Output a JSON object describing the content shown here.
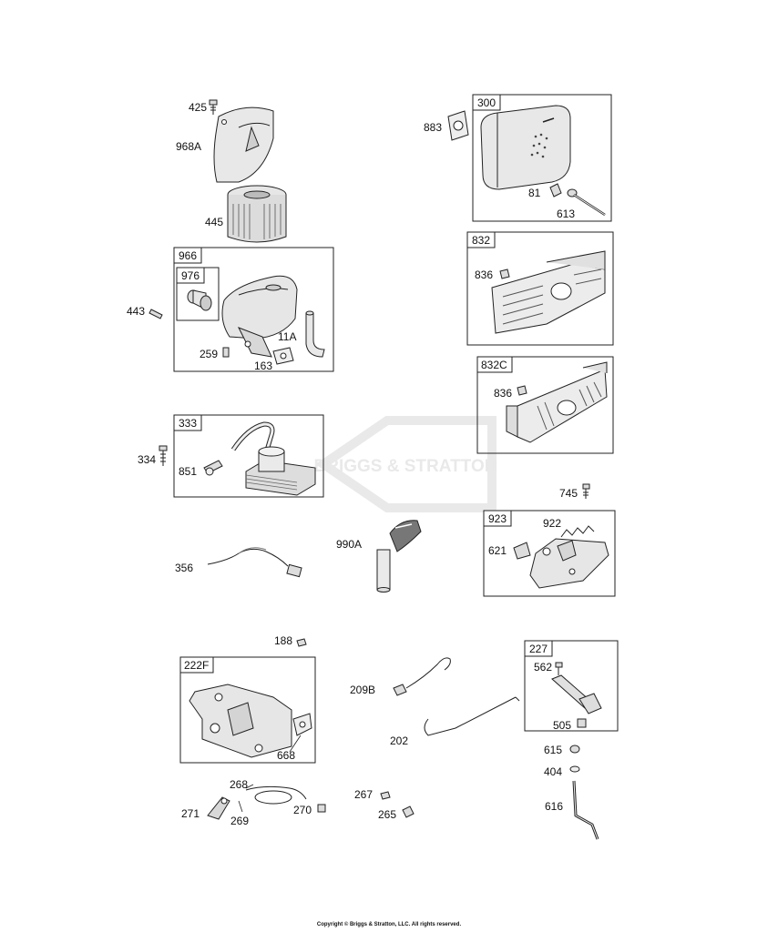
{
  "watermark": "BRIGGS & STRATTON",
  "copyright": "Copyright © Briggs & Stratton, LLC. All rights reserved.",
  "groups": {
    "g966": "966",
    "g976": "976",
    "g300": "300",
    "g832": "832",
    "g832c": "832C",
    "g333": "333",
    "g923": "923",
    "g222f": "222F",
    "g227": "227"
  },
  "parts": {
    "p425": "425",
    "p968a": "968A",
    "p445": "445",
    "p443": "443",
    "p259": "259",
    "p163": "163",
    "p11a": "11A",
    "p883": "883",
    "p81": "81",
    "p613": "613",
    "p836a": "836",
    "p836b": "836",
    "p334": "334",
    "p851": "851",
    "p745": "745",
    "p922": "922",
    "p621": "621",
    "p356": "356",
    "p990a": "990A",
    "p188": "188",
    "p209b": "209B",
    "p562": "562",
    "p505": "505",
    "p202": "202",
    "p668": "668",
    "p615": "615",
    "p404": "404",
    "p268": "268",
    "p271": "271",
    "p269": "269",
    "p270": "270",
    "p267": "267",
    "p265": "265",
    "p616": "616"
  }
}
